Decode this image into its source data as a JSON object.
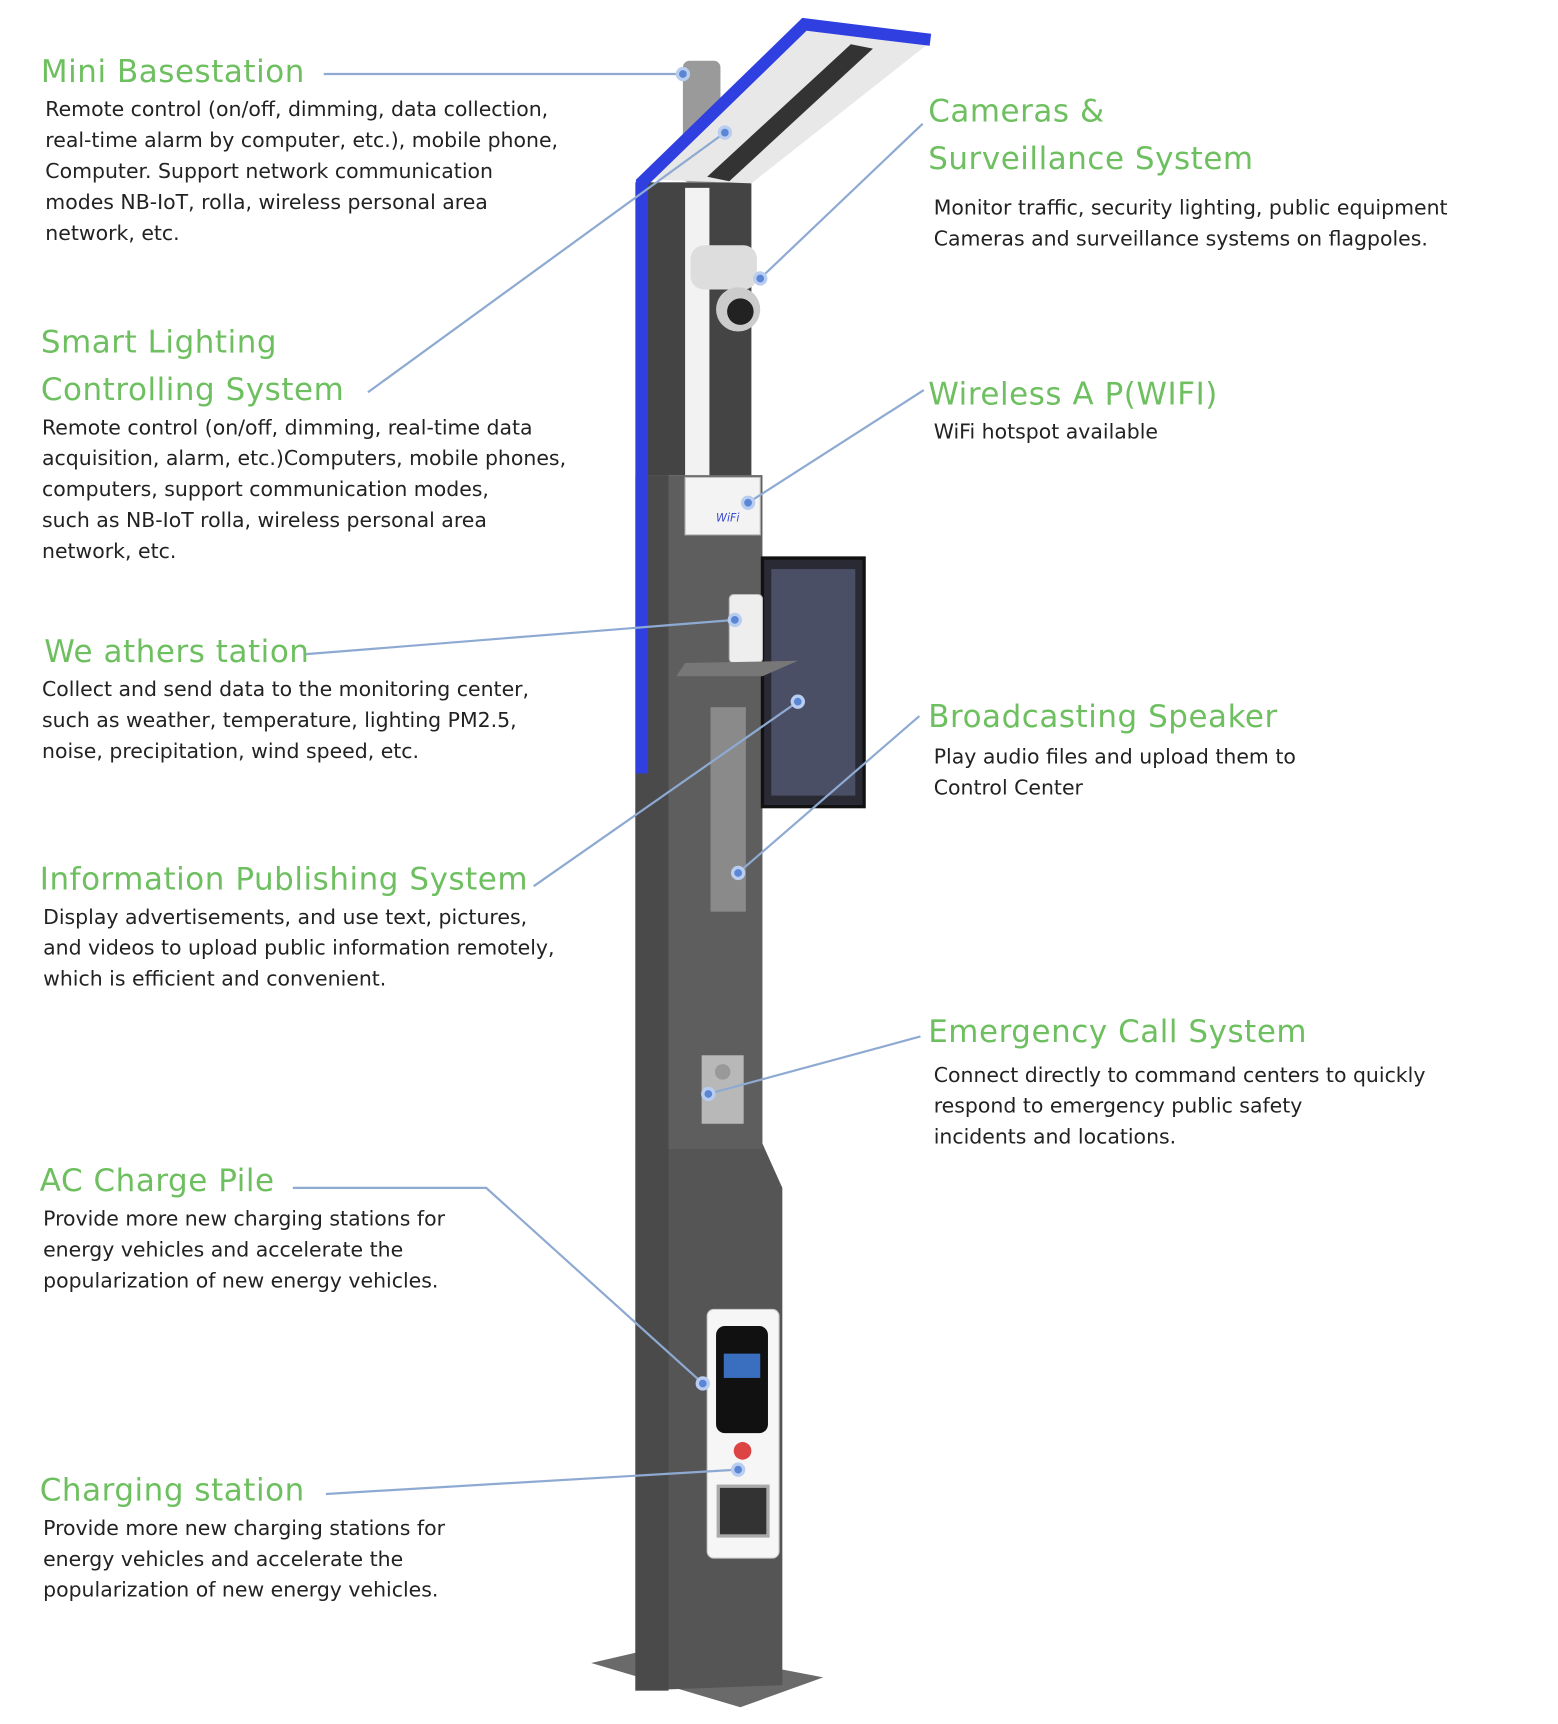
{
  "features": [
    {
      "id": "mini-basestation",
      "title": "Mini Basestation",
      "body": "Remote control (on/off, dimming, data collection,\nreal-time alarm by computer, etc.), mobile phone,\nComputer. Support network communication\nmodes NB-IoT, rolla, wireless personal area\nnetwork, etc."
    },
    {
      "id": "smart-lighting",
      "title": "Smart Lighting\nControlling System",
      "body": "Remote control (on/off, dimming, real-time data\nacquisition, alarm, etc.)Computers, mobile phones,\ncomputers, support communication modes,\nsuch as NB-IoT rolla, wireless personal area\nnetwork, etc."
    },
    {
      "id": "weather-station",
      "title": "We athers tation",
      "body": "Collect and send data to the monitoring center,\nsuch as weather, temperature, lighting PM2.5,\nnoise, precipitation, wind speed, etc."
    },
    {
      "id": "info-publishing",
      "title": "Information Publishing System",
      "body": "Display advertisements, and use text, pictures,\nand videos to upload public information remotely,\nwhich is efficient and convenient."
    },
    {
      "id": "ac-charge-pile",
      "title": "AC Charge Pile",
      "body": "Provide more new charging stations for\nenergy vehicles and accelerate the\npopularization of new energy vehicles."
    },
    {
      "id": "charging-station",
      "title": "Charging station",
      "body": "Provide more new charging stations for\nenergy vehicles and accelerate the\npopularization of new energy vehicles."
    },
    {
      "id": "cameras",
      "title": "Cameras &\nSurveillance System",
      "body": "Monitor traffic, security lighting, public equipment\nCameras and surveillance systems on flagpoles."
    },
    {
      "id": "wireless-ap",
      "title": "Wireless A P(WIFI)",
      "body": "WiFi hotspot available"
    },
    {
      "id": "broadcasting",
      "title": "Broadcasting Speaker",
      "body": "Play audio files and upload them to\nControl Center"
    },
    {
      "id": "emergency",
      "title": "Emergency Call System",
      "body": "Connect directly to command centers to quickly\nrespond to emergency public safety\nincidents and locations."
    }
  ],
  "wifi_label": "WiFi",
  "colors": {
    "title": "#6dbf5f",
    "leader": "#8eaad2",
    "accent_light": "#2f3fe0",
    "pole": "#5c5c5c"
  }
}
